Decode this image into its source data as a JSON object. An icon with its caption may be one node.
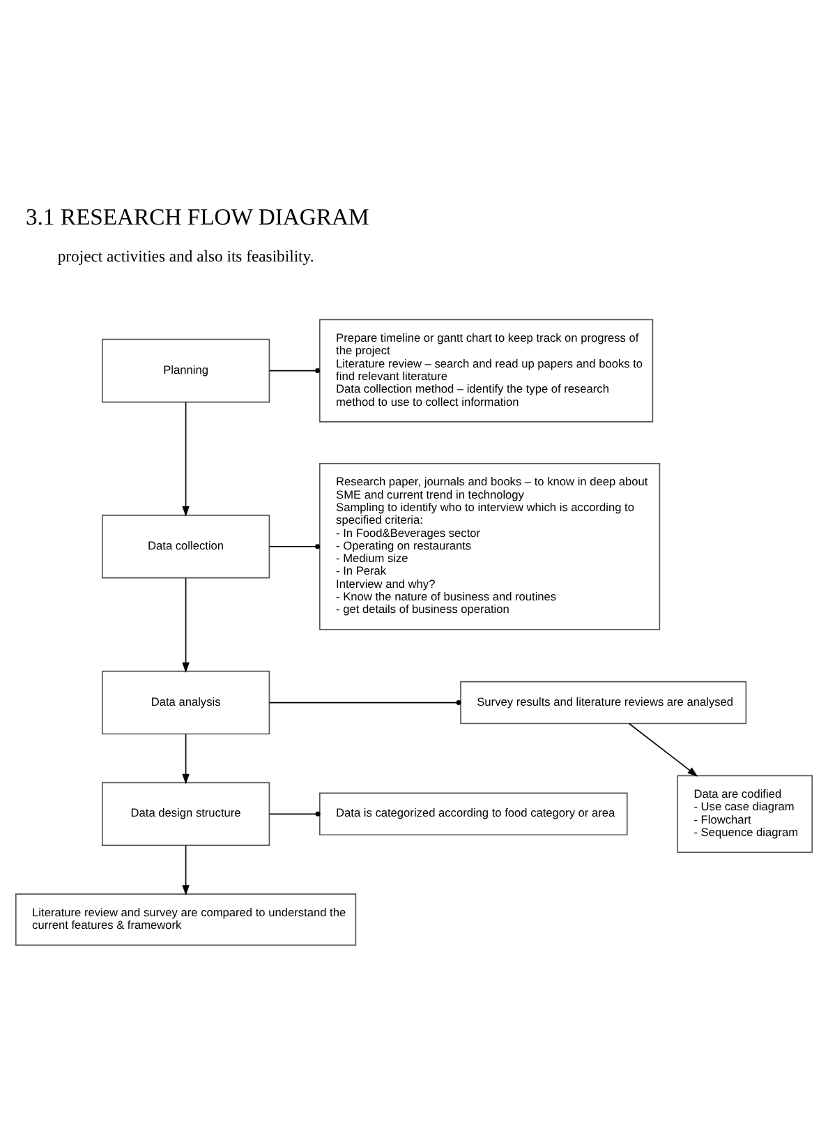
{
  "diagram": {
    "title": "3.1 RESEARCH FLOW DIAGRAM",
    "nodes": [
      {
        "text": [
          "Planning"
        ]
      },
      {
        "text": [
          "Prepare timeline or gantt chart to keep track on progress of the project",
          "Literature review – search and read up papers and books to find relevant literature",
          "Data collection method – identify the type of research method to use to collect information"
        ]
      },
      {
        "text": [
          "Data collection"
        ]
      },
      {
        "text": [
          "Research paper, journals and books – to know in deep about SME and current trend in technology",
          "Sampling to identify who to interview which is according to specified criteria:",
          "- In Food&Beverages sector",
          "- Operating on restaurants",
          "- Medium size",
          "- In Perak",
          "Interview and why?",
          "- Know the nature of business and routines",
          "- get details of business operation"
        ]
      },
      {
        "text": [
          "Data analysis"
        ]
      },
      {
        "text": [
          "Survey results and literature reviews are analysed"
        ]
      },
      {
        "text": [
          "Data are codified",
          "- Use case diagram",
          "- Flowchart",
          "- Sequence diagram"
        ]
      },
      {
        "text": [
          "Data design structure"
        ]
      },
      {
        "text": [
          "Data is categorized according to food category or area"
        ]
      },
      {
        "text": [
          "Literature review and survey are compared to understand the current features & framework"
        ]
      }
    ],
    "edges": [
      {
        "from": 0,
        "to": 1,
        "arrow": "other"
      },
      {
        "from": 0,
        "to": 2,
        "arrow": "to"
      },
      {
        "from": 2,
        "to": 3,
        "arrow": "other"
      },
      {
        "from": 2,
        "to": 4,
        "arrow": "to"
      },
      {
        "from": 4,
        "to": 5,
        "arrow": "other"
      },
      {
        "from": 5,
        "to": 6,
        "arrow": "to"
      },
      {
        "from": 4,
        "to": 7,
        "arrow": "to"
      },
      {
        "from": 7,
        "to": 8,
        "arrow": "other"
      },
      {
        "from": 7,
        "to": 9,
        "arrow": "to"
      }
    ],
    "labels": [
      "project activities and also its feasibility."
    ]
  }
}
